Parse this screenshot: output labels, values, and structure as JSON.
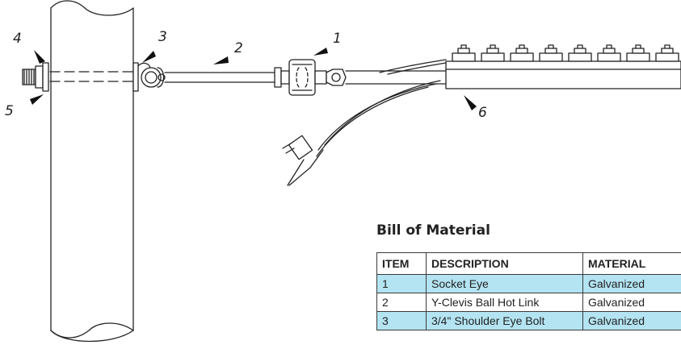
{
  "callouts": [
    "1",
    "2",
    "3",
    "4",
    "5",
    "6"
  ],
  "bom": {
    "title": "Bill of Material",
    "headers": [
      "ITEM",
      "DESCRIPTION",
      "MATERIAL"
    ],
    "rows": [
      [
        "1",
        "Socket Eye",
        "Galvanized"
      ],
      [
        "2",
        "Y-Clevis Ball Hot Link",
        "Galvanized"
      ],
      [
        "3",
        "3/4\" Shoulder Eye Bolt",
        "Galvanized"
      ]
    ]
  },
  "colors": {
    "row_highlight": "#b4e4f2",
    "line": "#222222"
  }
}
